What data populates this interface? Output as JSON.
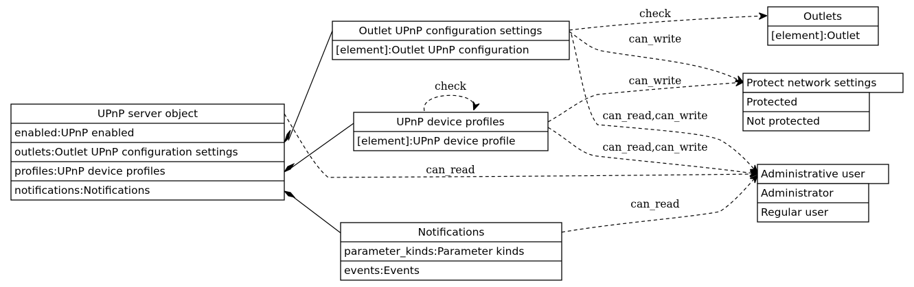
{
  "nodes": {
    "upnp_server": {
      "title": "UPnP server object",
      "rows": [
        "enabled:UPnP enabled",
        "outlets:Outlet UPnP configuration settings",
        "profiles:UPnP device profiles",
        "notifications:Notifications"
      ]
    },
    "outlet_cfg": {
      "title": "Outlet UPnP configuration settings",
      "rows": [
        "[element]:Outlet UPnP configuration"
      ]
    },
    "device_profiles": {
      "title": "UPnP device profiles",
      "rows": [
        "[element]:UPnP device profile"
      ]
    },
    "notifications": {
      "title": "Notifications",
      "rows": [
        "parameter_kinds:Parameter kinds",
        "events:Events"
      ]
    },
    "outlets": {
      "title": "Outlets",
      "rows": [
        "[element]:Outlet"
      ]
    },
    "protect": {
      "title": "Protect network settings",
      "rows": [
        "Protected",
        "Not protected"
      ]
    },
    "admin": {
      "title": "Administrative user",
      "rows": [
        "Administrator",
        "Regular user"
      ]
    }
  },
  "edges": {
    "outlet_cfg_check_outlets": "check",
    "outlet_cfg_can_write_protect": "can_write",
    "outlet_cfg_can_read_can_write_admin": "can_read,can_write",
    "device_profiles_check_self": "check",
    "device_profiles_can_write_protect": "can_write",
    "device_profiles_can_read_can_write_admin": "can_read,can_write",
    "upnp_server_can_read_admin": "can_read",
    "notifications_can_read_admin": "can_read"
  }
}
